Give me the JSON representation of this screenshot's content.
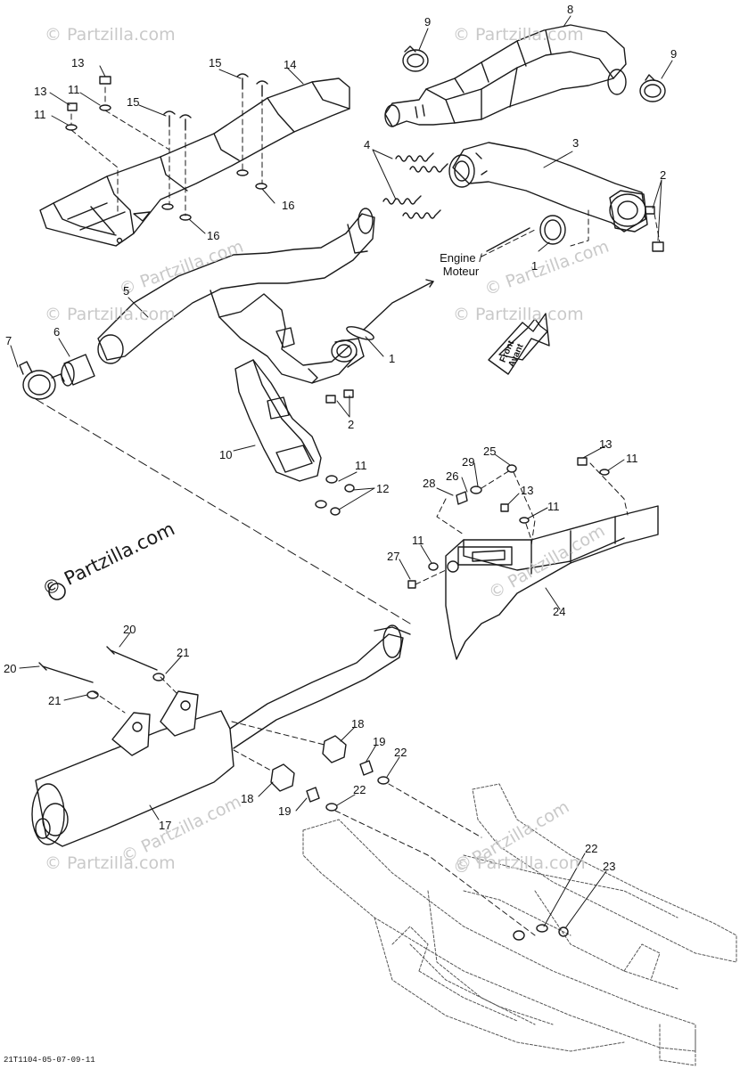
{
  "document_id": "21T1104-05-07-09-11",
  "watermark_main": "© Partzilla.com",
  "watermark_faint": "© Partzilla.com",
  "engine_label": {
    "line1": "Engine /",
    "line2": "Moteur"
  },
  "front_label": {
    "line1": "Front",
    "line2": "Avant"
  },
  "callouts": {
    "c9a": "9",
    "c8": "8",
    "c9b": "9",
    "c13a": "13",
    "c15a": "15",
    "c14": "14",
    "c13b": "13",
    "c11a": "11",
    "c15b": "15",
    "c11b": "11",
    "c4": "4",
    "c3": "3",
    "c2a": "2",
    "c16a": "16",
    "c16b": "16",
    "c1a": "1",
    "c5": "5",
    "c7": "7",
    "c6": "6",
    "c1b": "1",
    "c2b": "2",
    "c10": "10",
    "c11c": "11",
    "c12": "12",
    "c25": "25",
    "c13c": "13",
    "c11d": "11",
    "c29": "29",
    "c26": "26",
    "c28": "28",
    "c13d": "13",
    "c11e": "11",
    "c11f": "11",
    "c27": "27",
    "c24": "24",
    "c20a": "20",
    "c21a": "21",
    "c20b": "20",
    "c21b": "21",
    "c18a": "18",
    "c19a": "19",
    "c22a": "22",
    "c18b": "18",
    "c22b": "22",
    "c19b": "19",
    "c17": "17",
    "c22c": "22",
    "c23": "23"
  },
  "colors": {
    "line": "#1a1a1a",
    "watermark": "#c9c9c9",
    "frame": "#555555"
  }
}
